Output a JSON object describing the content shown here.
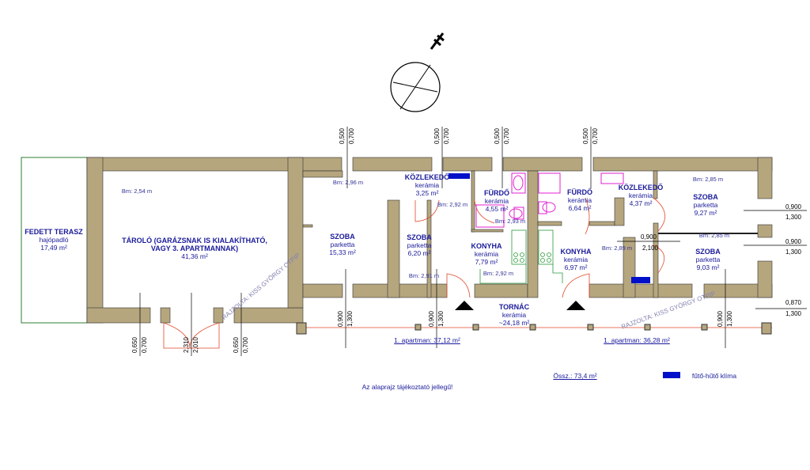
{
  "rooms": [
    {
      "name": "FEDETT TERASZ",
      "floor": "hajópadló",
      "area": "17,49 m²"
    },
    {
      "name": "TÁROLÓ (GARÁZSNAK IS KIALAKÍTHATÓ,",
      "name2": "VAGY 3. APARTMANNAK)",
      "area": "41,36 m²",
      "height": "Bm: 2,54 m"
    },
    {
      "name": "SZOBA",
      "floor": "parketta",
      "area": "15,33 m²",
      "height": "Bm: 2,96 m"
    },
    {
      "name": "KÖZLEKEDŐ",
      "floor": "kerámia",
      "area": "3,25 m²",
      "height": "Bm: 2,92 m"
    },
    {
      "name": "FÜRDŐ",
      "floor": "kerámia",
      "area": "4,55 m²",
      "height": "Bm: 2,93 m"
    },
    {
      "name": "FÜRDŐ",
      "floor": "kerámia",
      "area": "6,64 m²"
    },
    {
      "name": "KÖZLEKEDŐ",
      "floor": "kerámia",
      "area": "4,37 m²"
    },
    {
      "name": "SZOBA",
      "floor": "parketta",
      "area": "9,27 m²",
      "height": "Bm: 2,85 m"
    },
    {
      "name": "SZOBA",
      "floor": "parketta",
      "area": "6,20 m²",
      "height": "Bm: 2,91 m"
    },
    {
      "name": "KONYHA",
      "floor": "kerámia",
      "area": "7,79 m²",
      "height": "Bm: 2,92 m"
    },
    {
      "name": "KONYHA",
      "floor": "kerámia",
      "area": "6,97 m²",
      "height": "Bm: 2,89 m"
    },
    {
      "name": "SZOBA",
      "floor": "parketta",
      "area": "9,03 m²",
      "height": "Bm: 2,85 m"
    },
    {
      "name": "TORNÁC",
      "floor": "kerámia",
      "area": "~24,18 m²"
    }
  ],
  "dimensions": {
    "top": [
      [
        "0,500",
        "0,700"
      ],
      [
        "0,500",
        "0,700"
      ],
      [
        "0,500",
        "0,700"
      ],
      [
        "0,500",
        "0,700"
      ]
    ],
    "bottom": [
      [
        "0,650",
        "0,700"
      ],
      [
        "2,310",
        "2,010"
      ],
      [
        "0,650",
        "0,700"
      ],
      [
        "0,900",
        "1,300"
      ],
      [
        "0,900",
        "1,300"
      ],
      [
        "0,900",
        "1,300"
      ]
    ],
    "right": [
      [
        "0,900",
        "1,300"
      ],
      [
        "0,900",
        "1,300"
      ],
      [
        "0,870",
        "1,300"
      ]
    ],
    "door": [
      "0,900",
      "2,100"
    ]
  },
  "summary": {
    "apartment1": "1. apartman: 37,12 m²",
    "apartment2": "1. apartman: 36,28 m²",
    "total": "Össz.: 73,4 m²",
    "legend_label": "fűtő-hűtő klíma",
    "note": "Az alaprajz tájékoztató jellegű!"
  },
  "watermark": "RAJZOLTA: KISS GYÖRGY OTPIP",
  "colors": {
    "wall": "#b5a67e",
    "text": "#1a1a9a",
    "klima": "#0010c8",
    "door": "#e0482a",
    "terrace": "#2e7d32"
  }
}
